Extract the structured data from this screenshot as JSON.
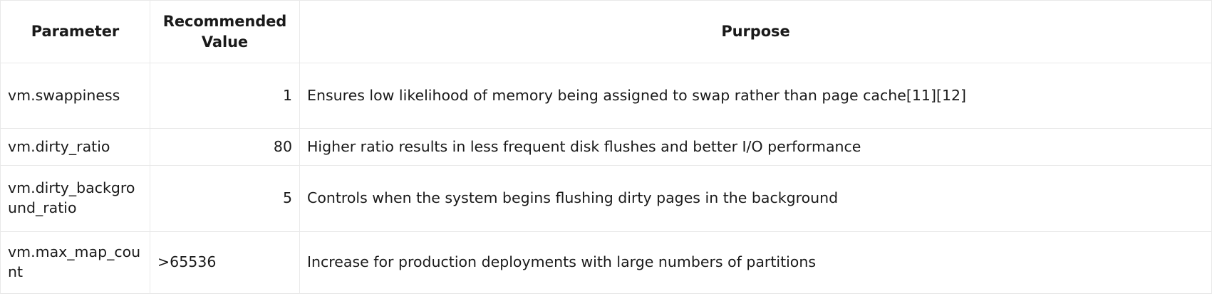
{
  "table": {
    "columns": [
      {
        "key": "parameter",
        "label": "Parameter",
        "align": "center"
      },
      {
        "key": "recommended_value",
        "label": "Recommended Value",
        "align": "center"
      },
      {
        "key": "purpose",
        "label": "Purpose",
        "align": "center"
      }
    ],
    "rows": [
      {
        "parameter": "vm.swappiness",
        "recommended_value": "1",
        "value_align": "right",
        "purpose": "Ensures low likelihood of memory being assigned to swap rather than page cache[11][12]"
      },
      {
        "parameter": "vm.dirty_ratio",
        "recommended_value": "80",
        "value_align": "right",
        "purpose": "Higher ratio results in less frequent disk flushes and better I/O performance"
      },
      {
        "parameter": "vm.dirty_background_ratio",
        "recommended_value": "5",
        "value_align": "right",
        "purpose": "Controls when the system begins flushing dirty pages in the background"
      },
      {
        "parameter": "vm.max_map_count",
        "recommended_value": ">65536",
        "value_align": "left",
        "purpose": "Increase for production deployments with large numbers of partitions"
      }
    ]
  },
  "colors": {
    "text": "#1a1a1a",
    "border": "#e9e9e9",
    "background": "#ffffff"
  }
}
